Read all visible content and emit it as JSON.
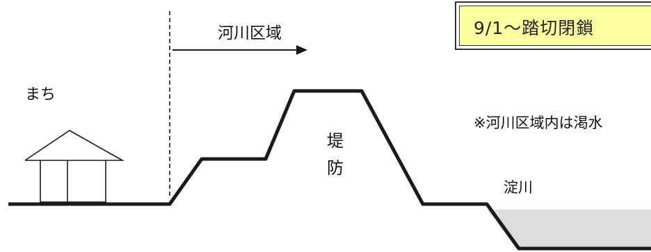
{
  "labels": {
    "town": "まち",
    "river_area": "河川区域",
    "levee_line1": "堤",
    "levee_line2": "防",
    "river_name": "淀川",
    "note": "※河川区域内は渇水"
  },
  "notice": {
    "text": "9/1〜踏切閉鎖",
    "background": "#fcff9d"
  },
  "colors": {
    "line": "#1a1a1a",
    "water": "#dcdcdc"
  }
}
